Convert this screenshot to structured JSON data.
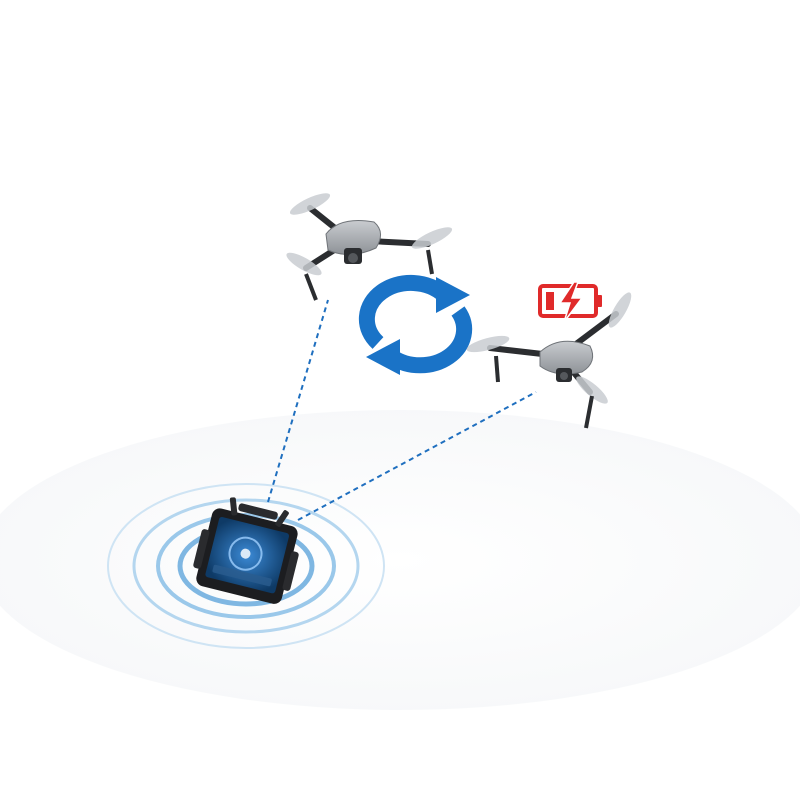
{
  "scene": {
    "drones": [
      {
        "id": "drone-active",
        "status": "active"
      },
      {
        "id": "drone-low-battery",
        "status": "low-battery"
      }
    ],
    "swap_cycle_icon": "sync-arrows-icon",
    "battery_icon": "battery-low-charging-icon",
    "controller_icon": "ground-controller-tablet-icon",
    "signal_icon": "signal-rings-icon"
  },
  "colors": {
    "background": "#ffffff",
    "accent_blue": "#1a73c7",
    "link_blue": "#1f6fbf",
    "signal_blue": "#8fc1e6",
    "alert_red": "#e02a2a",
    "drone_body": "#a9adb2",
    "drone_dark": "#2b2d30",
    "controller_body": "#1c1d20"
  }
}
